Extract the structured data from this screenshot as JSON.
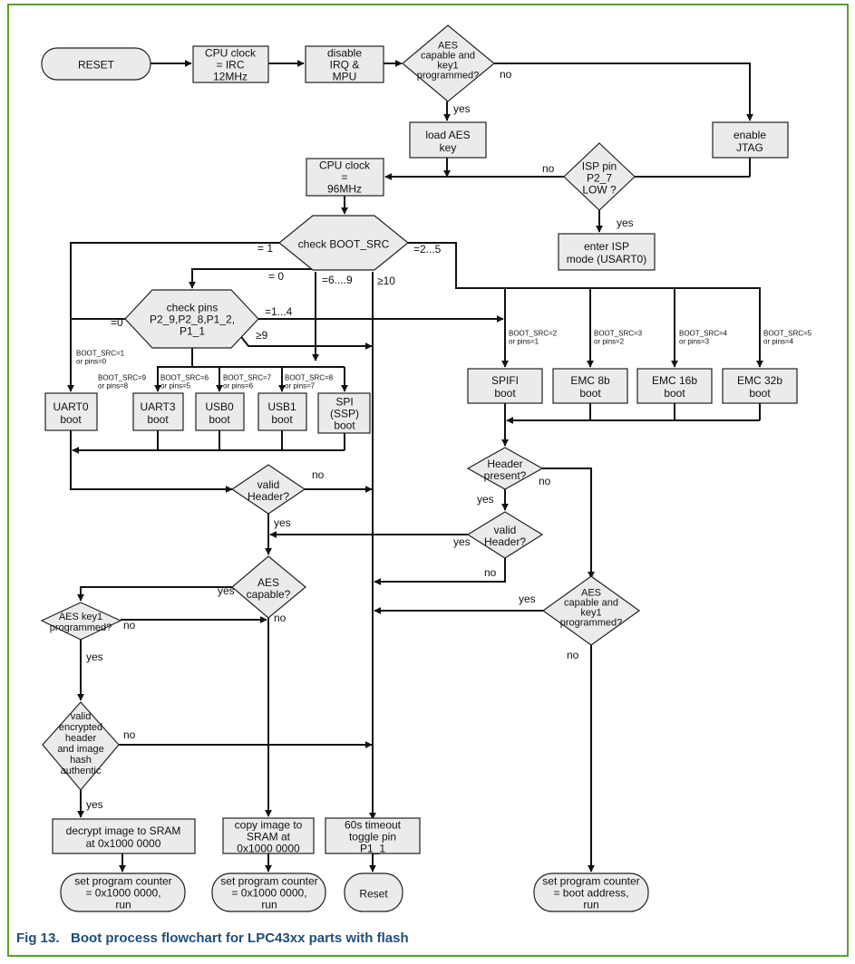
{
  "caption": {
    "number": "Fig 13.",
    "title": "Boot process flowchart for LPC43xx parts with flash"
  },
  "nodes": {
    "reset_start": [
      "RESET"
    ],
    "cpu_irc": [
      "CPU clock",
      "= IRC",
      "12MHz"
    ],
    "disable_irq": [
      "disable",
      "IRQ &",
      "MPU"
    ],
    "aes_q1": [
      "AES",
      "capable and",
      "key1",
      "programmed?"
    ],
    "load_aes": [
      "load AES",
      "key"
    ],
    "enable_jtag": [
      "enable",
      "JTAG"
    ],
    "cpu_96": [
      "CPU clock",
      "=",
      "96MHz"
    ],
    "isp_q": [
      "ISP pin",
      "P2_7",
      "LOW ?"
    ],
    "enter_isp": [
      "enter ISP",
      "mode (USART0)"
    ],
    "check_boot_src": [
      "check BOOT_SRC"
    ],
    "check_pins": [
      "check pins",
      "P2_9,P2_8,P1_2,",
      "P1_1"
    ],
    "uart0": [
      "UART0",
      "boot"
    ],
    "uart3": [
      "UART3",
      "boot"
    ],
    "usb0": [
      "USB0",
      "boot"
    ],
    "usb1": [
      "USB1",
      "boot"
    ],
    "spi": [
      "SPI",
      "(SSP)",
      "boot"
    ],
    "spifi": [
      "SPIFI",
      "boot"
    ],
    "emc8": [
      "EMC 8b",
      "boot"
    ],
    "emc16": [
      "EMC 16b",
      "boot"
    ],
    "emc32": [
      "EMC 32b",
      "boot"
    ],
    "valid_header_l": [
      "valid",
      "Header?"
    ],
    "header_present": [
      "Header",
      "present?"
    ],
    "valid_header_r": [
      "valid",
      "Header?"
    ],
    "aes_capable": [
      "AES",
      "capable?"
    ],
    "aes_key1": [
      "AES key1",
      "programmed?"
    ],
    "aes_q2": [
      "AES",
      "capable and",
      "key1",
      "programmed?"
    ],
    "valid_enc": [
      "valid",
      "encrypted",
      "header",
      "and image",
      "hash",
      "authentic"
    ],
    "decrypt": [
      "decrypt image to SRAM",
      "at 0x1000 0000"
    ],
    "copy": [
      "copy image to",
      "SRAM at",
      "0x1000 0000"
    ],
    "timeout": [
      "60s timeout",
      "toggle pin",
      "P1_1"
    ],
    "setpc1": [
      "set program counter",
      "= 0x1000 0000,",
      "run"
    ],
    "setpc2": [
      "set program counter",
      "= 0x1000 0000,",
      "run"
    ],
    "reset_end": [
      "Reset"
    ],
    "setpc3": [
      "set program counter",
      "= boot address,",
      "run"
    ]
  },
  "labels": {
    "yes_aes1": "yes",
    "no_aes1": "no",
    "no_isp": "no",
    "yes_isp": "yes",
    "eq1": "= 1",
    "eq0": "= 0",
    "eq25": "=2...5",
    "eq69": "=6....9",
    "ge10": "≥10",
    "p_eq0": "=0",
    "p_eq14": "=1...4",
    "p_ge9": "≥9",
    "bs_uart0": [
      "BOOT_SRC=1",
      "or pins=0"
    ],
    "bs_uart3": [
      "BOOT_SRC=9",
      "or pins=8"
    ],
    "bs_usb0": [
      "BOOT_SRC=6",
      "or pins=5"
    ],
    "bs_usb1": [
      "BOOT_SRC=7",
      "or pins=6"
    ],
    "bs_spi": [
      "BOOT_SRC=8",
      "or pins=7"
    ],
    "bs_spifi": [
      "BOOT_SRC=2",
      "or pins=1"
    ],
    "bs_emc8": [
      "BOOT_SRC=3",
      "or pins=2"
    ],
    "bs_emc16": [
      "BOOT_SRC=4",
      "or pins=3"
    ],
    "bs_emc32": [
      "BOOT_SRC=5",
      "or pins=4"
    ],
    "no_vh_l": "no",
    "yes_vh_l": "yes",
    "yes_hp": "yes",
    "no_hp": "no",
    "yes_vh_r": "yes",
    "no_vh_r": "no",
    "yes_aescap": "yes",
    "no_aescap": "no",
    "no_key1": "no",
    "yes_key1": "yes",
    "no_enc": "no",
    "yes_enc": "yes",
    "yes_aes2": "yes",
    "no_aes2": "no"
  },
  "colors": {
    "frame_border": "#5aa02c",
    "caption_text": "#1f4e79",
    "node_fill": "#ebebeb",
    "line": "#111111"
  }
}
